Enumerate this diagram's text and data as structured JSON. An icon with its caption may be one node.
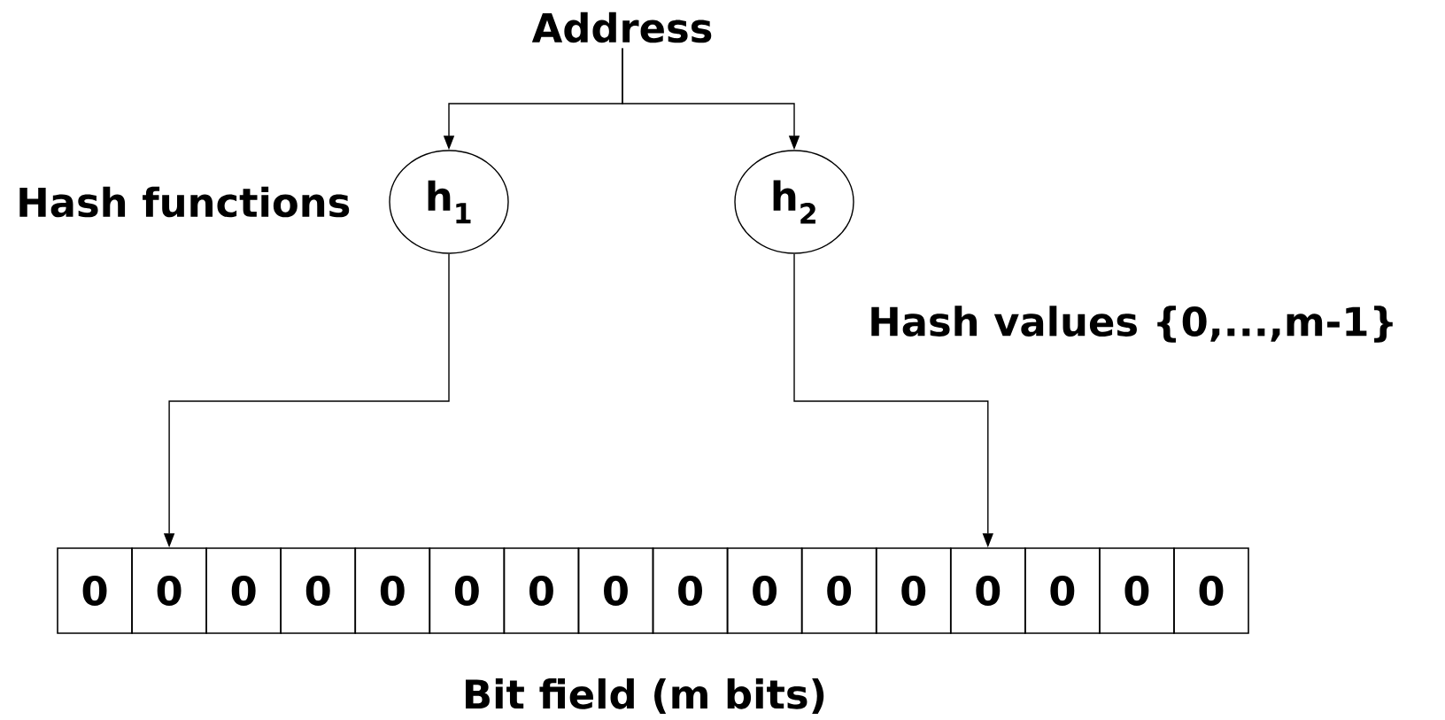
{
  "diagram": {
    "nodes": [
      {
        "text": [
          "Address"
        ]
      },
      {
        "text": [
          "h$_{1}$"
        ]
      },
      {
        "text": [
          "h$_{2}$"
        ]
      },
      {
        "text": [
          "0"
        ]
      },
      {
        "text": [
          "0"
        ]
      },
      {
        "text": [
          "0"
        ]
      },
      {
        "text": [
          "0"
        ]
      },
      {
        "text": [
          "0"
        ]
      },
      {
        "text": [
          "0"
        ]
      },
      {
        "text": [
          "0"
        ]
      },
      {
        "text": [
          "0"
        ]
      },
      {
        "text": [
          "0"
        ]
      },
      {
        "text": [
          "0"
        ]
      },
      {
        "text": [
          "0"
        ]
      },
      {
        "text": [
          "0"
        ]
      },
      {
        "text": [
          "0"
        ]
      },
      {
        "text": [
          "0"
        ]
      },
      {
        "text": [
          "0"
        ]
      },
      {
        "text": [
          "0"
        ]
      }
    ],
    "edges": [
      {
        "from": 0,
        "to": 1,
        "arrow": "to"
      },
      {
        "from": 0,
        "to": 2,
        "arrow": "to"
      },
      {
        "from": 1,
        "to": 4,
        "arrow": "to"
      },
      {
        "from": 2,
        "to": 15,
        "arrow": "to"
      }
    ],
    "labels": [
      "Hash functions",
      "Hash values {0,...,m-1}",
      "Bit field (m bits)"
    ]
  }
}
